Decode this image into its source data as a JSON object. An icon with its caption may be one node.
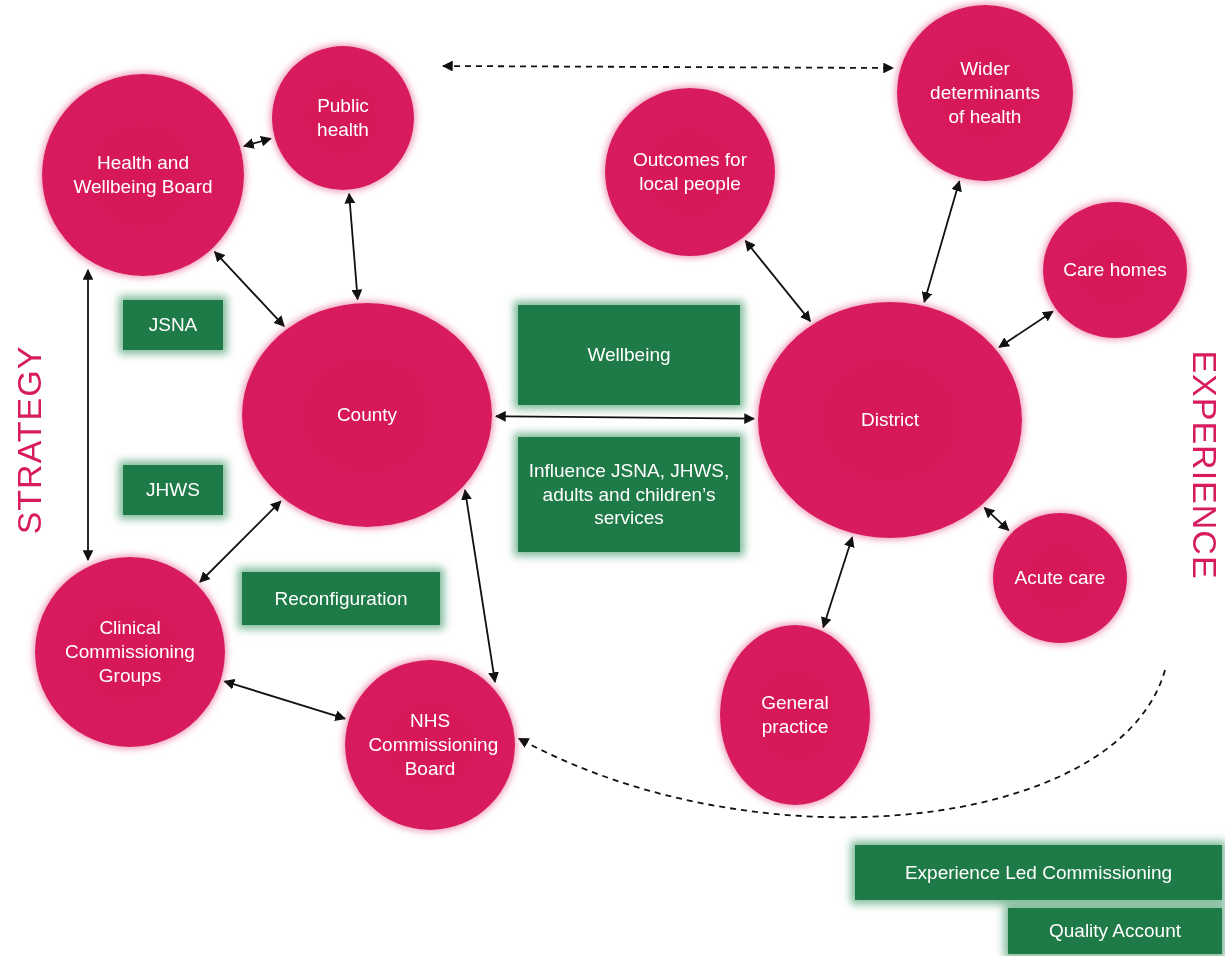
{
  "diagram": {
    "nodes": [
      {
        "text": [
          "Public health"
        ]
      },
      {
        "text": [
          "Wider determinants of health"
        ]
      },
      {
        "text": [
          "Health and Wellbeing Board"
        ]
      },
      {
        "text": [
          "Outcomes for local people"
        ]
      },
      {
        "text": [
          "Care homes"
        ]
      },
      {
        "text": [
          "JSNA"
        ]
      },
      {
        "text": [
          "Wellbeing"
        ]
      },
      {
        "text": [
          "County"
        ]
      },
      {
        "text": [
          "District"
        ]
      },
      {
        "text": [
          "JHWS"
        ]
      },
      {
        "text": [
          "Influence JSNA, JHWS, adults and children’s services"
        ]
      },
      {
        "text": [
          "Acute care"
        ]
      },
      {
        "text": [
          "Reconfiguration"
        ]
      },
      {
        "text": [
          "Clinical Commissioning Groups"
        ]
      },
      {
        "text": [
          "General practice"
        ]
      },
      {
        "text": [
          "NHS Commissioning Board"
        ]
      },
      {
        "text": [
          "Experience Led Commissioning"
        ]
      },
      {
        "text": [
          "Quality Account"
        ]
      }
    ],
    "edges": [
      {
        "from": 0,
        "to": 1,
        "arrow": "both",
        "style": "dashed"
      },
      {
        "from": 2,
        "to": 0,
        "arrow": "both"
      },
      {
        "from": 0,
        "to": 7,
        "arrow": "both"
      },
      {
        "from": 2,
        "to": 7,
        "arrow": "both"
      },
      {
        "from": 2,
        "to": 13,
        "arrow": "both"
      },
      {
        "from": 13,
        "to": 7,
        "arrow": "both"
      },
      {
        "from": 7,
        "to": 15,
        "arrow": "both"
      },
      {
        "from": 13,
        "to": 15,
        "arrow": "both"
      },
      {
        "from": 7,
        "to": 8,
        "arrow": "both"
      },
      {
        "from": 3,
        "to": 8,
        "arrow": "both"
      },
      {
        "from": 8,
        "to": 1,
        "arrow": "both"
      },
      {
        "from": 8,
        "to": 4,
        "arrow": "both"
      },
      {
        "from": 8,
        "to": 11,
        "arrow": "both"
      },
      {
        "from": 8,
        "to": 14,
        "arrow": "both"
      },
      {
        "from": null,
        "to": 15,
        "arrow": "to",
        "style": "dashed"
      }
    ],
    "labels": [
      "STRATEGY",
      "EXPERIENCE"
    ]
  }
}
